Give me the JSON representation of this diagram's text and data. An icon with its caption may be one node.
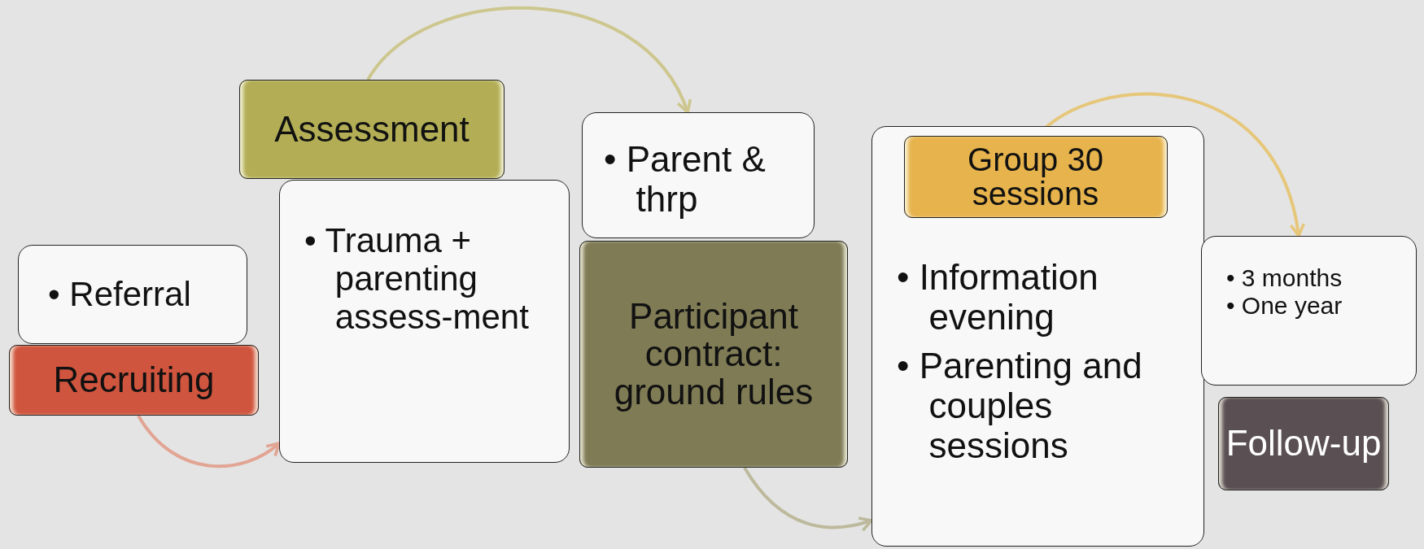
{
  "diagram": {
    "nodes": [
      {
        "text": [
          "• Referral"
        ]
      },
      {
        "text": [
          "Recruiting"
        ]
      },
      {
        "text": [
          "• Trauma + parenting assess-ment"
        ]
      },
      {
        "text": [
          "Assessment"
        ]
      },
      {
        "text": [
          "• Parent & thrp"
        ]
      },
      {
        "text": [
          "Participant contract: ground rules"
        ]
      },
      {
        "text": [
          "• Information evening",
          "• Parenting and couples sessions"
        ]
      },
      {
        "text": [
          "Group 30 sessions"
        ],
        "in": 6
      },
      {
        "text": [
          "• 3 months",
          "• One year"
        ]
      },
      {
        "text": [
          "Follow-up"
        ]
      }
    ],
    "edges": [
      {
        "from": 1,
        "to": 2,
        "arrow": "to",
        "color": "#e2a493"
      },
      {
        "from": 3,
        "to": 4,
        "arrow": "to",
        "color": "#cdc68e"
      },
      {
        "from": 5,
        "to": 6,
        "arrow": "to",
        "color": "#bdb99c"
      },
      {
        "from": 7,
        "to": 8,
        "arrow": "to",
        "color": "#e6c77a"
      }
    ]
  }
}
